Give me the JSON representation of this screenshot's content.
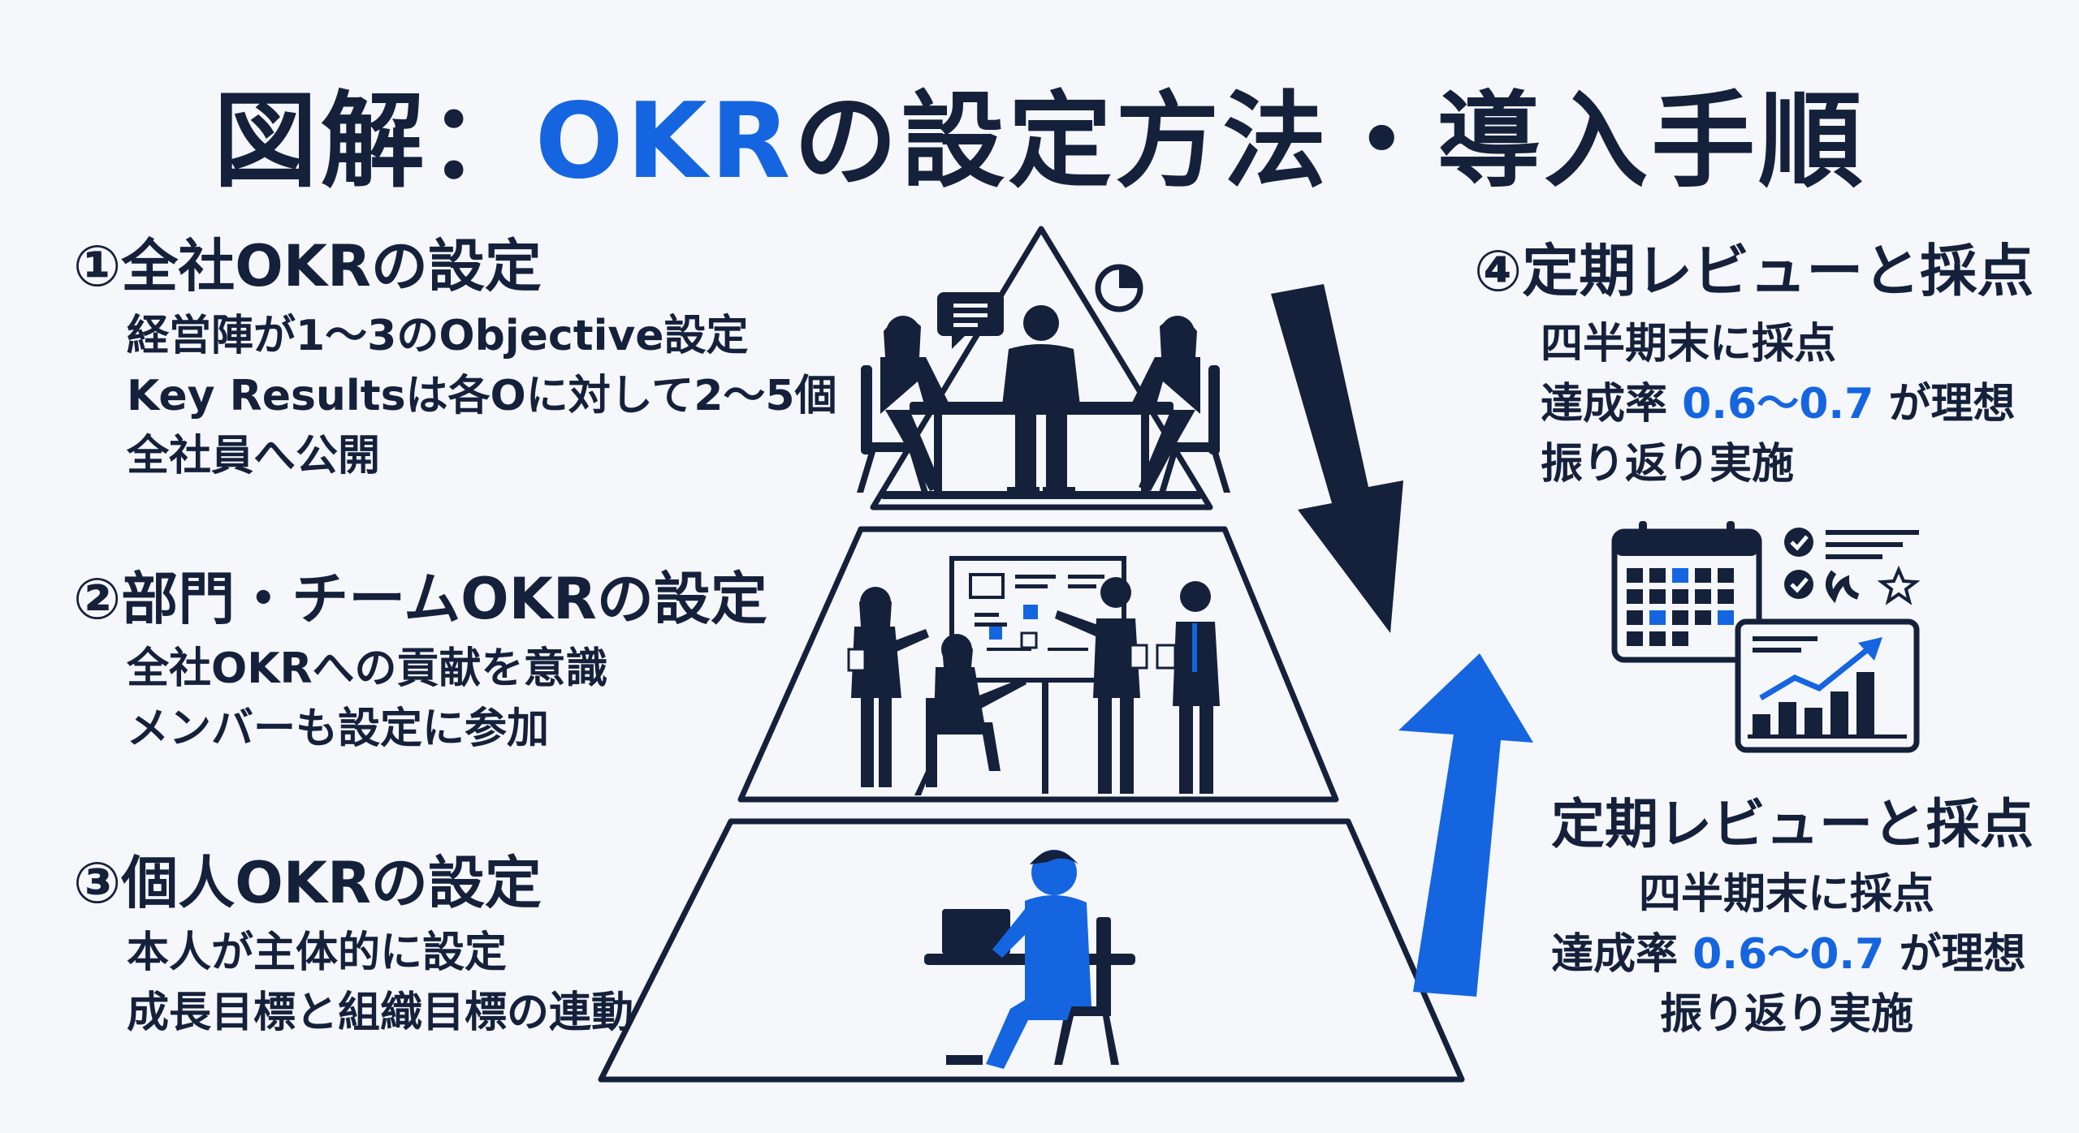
{
  "title": {
    "prefix": "図解：",
    "accent": "OKR",
    "suffix": "の設定方法・導入手順"
  },
  "sections": [
    {
      "heading": "①全社OKRの設定",
      "lines": [
        "経営陣が1〜3のObjective設定",
        "Key Resultsは各Oに対して2〜5個",
        "全社員へ公開"
      ]
    },
    {
      "heading": "②部門・チームOKRの設定",
      "lines": [
        "全社OKRへの貢献を意識",
        "メンバーも設定に参加"
      ]
    },
    {
      "heading": "③個人OKRの設定",
      "lines": [
        "本人が主体的に設定",
        "成長目標と組織目標の連動"
      ]
    },
    {
      "heading": "④定期レビューと採点",
      "line1": "四半期末に採点",
      "rate_prefix": "達成率 ",
      "rate_value": "0.6〜0.7",
      "rate_suffix": " が理想",
      "line3": "振り返り実施"
    },
    {
      "heading": "定期レビューと採点",
      "line1": "四半期末に採点",
      "rate_prefix": "達成率 ",
      "rate_value": "0.6〜0.7",
      "rate_suffix": " が理想",
      "line3": "振り返り実施"
    }
  ],
  "colors": {
    "navy": "#15213b",
    "accent": "#1565e0",
    "background": "#f5f7fb"
  },
  "icons": [
    "executives-meeting-icon",
    "chat-bubble-icon",
    "pie-chart-icon",
    "team-whiteboard-icon",
    "person-laptop-icon",
    "down-arrow-icon",
    "up-arrow-icon",
    "calendar-icon",
    "checklist-icon",
    "growth-chart-icon"
  ]
}
